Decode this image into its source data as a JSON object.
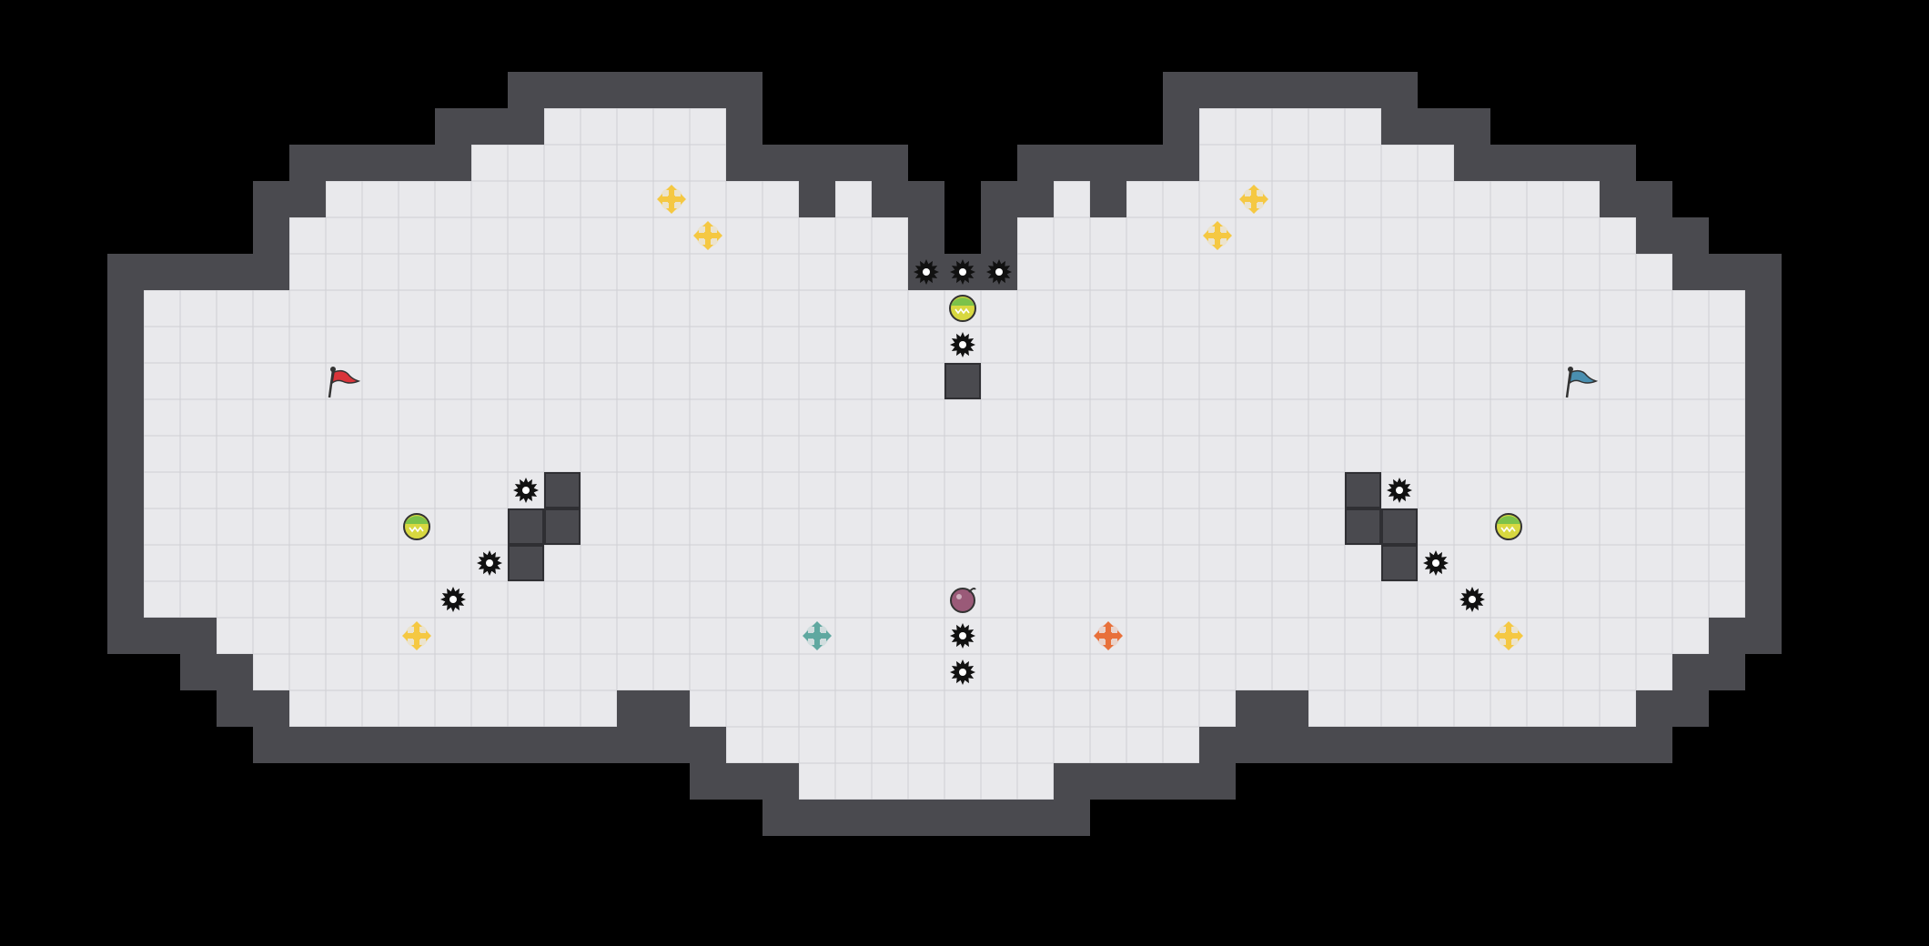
{
  "colors": {
    "background": "#000000",
    "floor": "#e9e9ec",
    "grid_line": "#cfcfd4",
    "wall": "#4a4a4f",
    "wall_edge": "#2f2f33",
    "spike": "#111111",
    "boost_yellow": "#f5c842",
    "boost_teal": "#5fa8a0",
    "boost_orange": "#e8703a",
    "bomb": "#9a5a78",
    "powerup_green": "#7cc24a",
    "powerup_yellow": "#d8d840",
    "flag_red": "#d9343a",
    "flag_blue": "#4a8fb0"
  },
  "map": {
    "cols": 53,
    "rows": 26,
    "floor_rows": [
      [],
      [],
      [],
      [
        [
          15,
          19
        ],
        [
          33,
          37
        ]
      ],
      [
        [
          13,
          19
        ],
        [
          33,
          39
        ]
      ],
      [
        [
          9,
          21
        ],
        [
          23,
          23
        ],
        [
          29,
          29
        ],
        [
          31,
          43
        ]
      ],
      [
        [
          8,
          23
        ],
        [
          24,
          24
        ],
        [
          28,
          28
        ],
        [
          29,
          44
        ]
      ],
      [
        [
          8,
          24
        ],
        [
          28,
          45
        ]
      ],
      [
        [
          4,
          47
        ]
      ],
      [
        [
          4,
          47
        ]
      ],
      [
        [
          4,
          47
        ]
      ],
      [
        [
          4,
          47
        ]
      ],
      [
        [
          4,
          47
        ]
      ],
      [
        [
          4,
          47
        ]
      ],
      [
        [
          4,
          47
        ]
      ],
      [
        [
          4,
          47
        ]
      ],
      [
        [
          4,
          47
        ]
      ],
      [
        [
          6,
          46
        ]
      ],
      [
        [
          7,
          45
        ]
      ],
      [
        [
          8,
          16
        ],
        [
          19,
          33
        ],
        [
          36,
          44
        ]
      ],
      [
        [
          20,
          32
        ]
      ],
      [
        [
          22,
          28
        ]
      ],
      [],
      [],
      [],
      []
    ],
    "wall_blocks": [
      [
        26,
        10
      ],
      [
        15,
        13
      ],
      [
        14,
        14
      ],
      [
        15,
        14
      ],
      [
        14,
        15
      ],
      [
        37,
        13
      ],
      [
        37,
        14
      ],
      [
        38,
        14
      ],
      [
        38,
        15
      ]
    ]
  },
  "entities": {
    "spikes": [
      [
        25,
        7
      ],
      [
        26,
        7
      ],
      [
        27,
        7
      ],
      [
        26,
        9
      ],
      [
        14,
        13
      ],
      [
        13,
        15
      ],
      [
        12,
        16
      ],
      [
        38,
        13
      ],
      [
        39,
        15
      ],
      [
        40,
        16
      ],
      [
        26,
        17
      ],
      [
        26,
        18
      ]
    ],
    "boosts_yellow": [
      [
        18,
        5
      ],
      [
        19,
        6
      ],
      [
        34,
        5
      ],
      [
        33,
        6
      ],
      [
        11,
        17
      ],
      [
        41,
        17
      ]
    ],
    "boost_teal": [
      [
        22,
        17
      ]
    ],
    "boost_orange": [
      [
        30,
        17
      ]
    ],
    "powerups": [
      [
        26,
        8
      ],
      [
        11,
        14
      ],
      [
        41,
        14
      ]
    ],
    "bomb": [
      [
        26,
        16
      ]
    ],
    "flag_red": [
      9,
      10
    ],
    "flag_blue": [
      43,
      10
    ]
  }
}
